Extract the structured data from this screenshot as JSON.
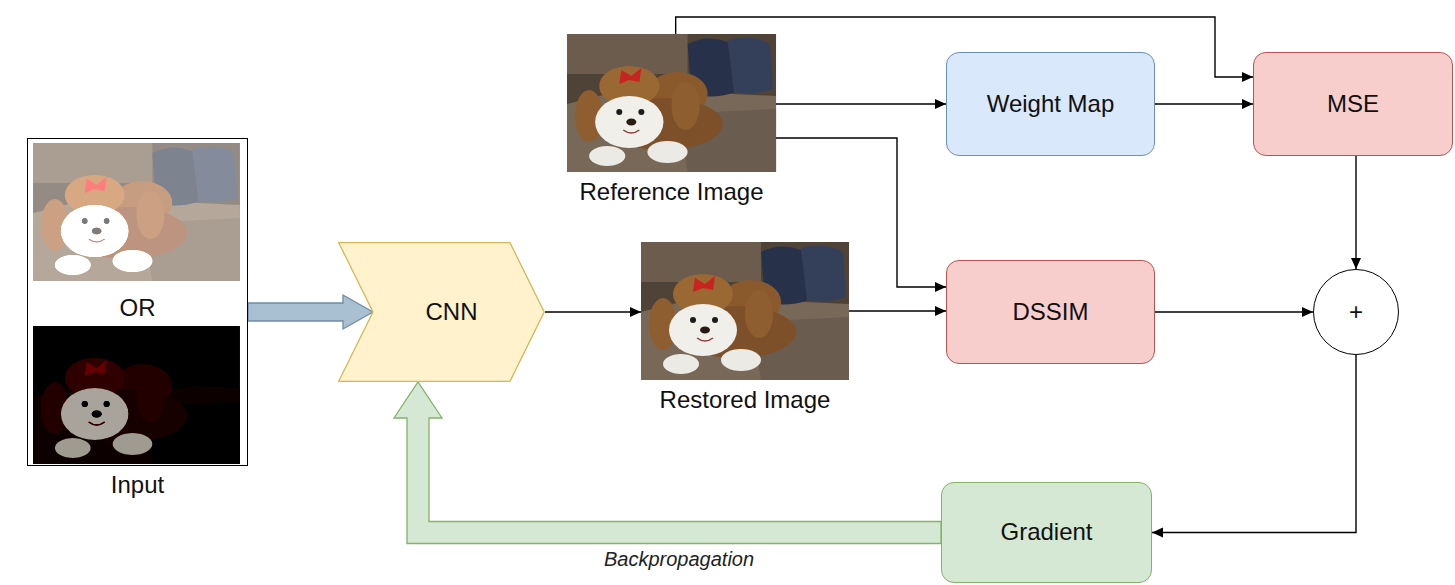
{
  "diagram": {
    "nodes": [
      {
        "text": [
          "OR",
          "Input"
        ]
      },
      {
        "text": [
          "CNN"
        ]
      },
      {
        "text": [
          "Restored Image"
        ]
      },
      {
        "text": [
          "Reference Image"
        ]
      },
      {
        "text": [
          "Weight Map"
        ]
      },
      {
        "text": [
          "MSE"
        ]
      },
      {
        "text": [
          "DSSIM"
        ]
      },
      {
        "text": [
          "+"
        ]
      },
      {
        "text": [
          "Gradient"
        ]
      }
    ],
    "edges": [
      {
        "from": 0,
        "to": 1,
        "arrow": "to"
      },
      {
        "from": 1,
        "to": 2,
        "arrow": "to"
      },
      {
        "from": 2,
        "to": 6,
        "arrow": "to"
      },
      {
        "from": 3,
        "to": 4,
        "arrow": "to"
      },
      {
        "from": 3,
        "to": 5,
        "arrow": "to"
      },
      {
        "from": 4,
        "to": 5,
        "arrow": "to"
      },
      {
        "from": 3,
        "to": 6,
        "arrow": "to"
      },
      {
        "from": 5,
        "to": 7,
        "arrow": "to"
      },
      {
        "from": 6,
        "to": 7,
        "arrow": "to"
      },
      {
        "from": 7,
        "to": 8,
        "arrow": "to"
      },
      {
        "from": 8,
        "to": 1,
        "label": "Backpropagation",
        "arrow": "to"
      }
    ]
  }
}
